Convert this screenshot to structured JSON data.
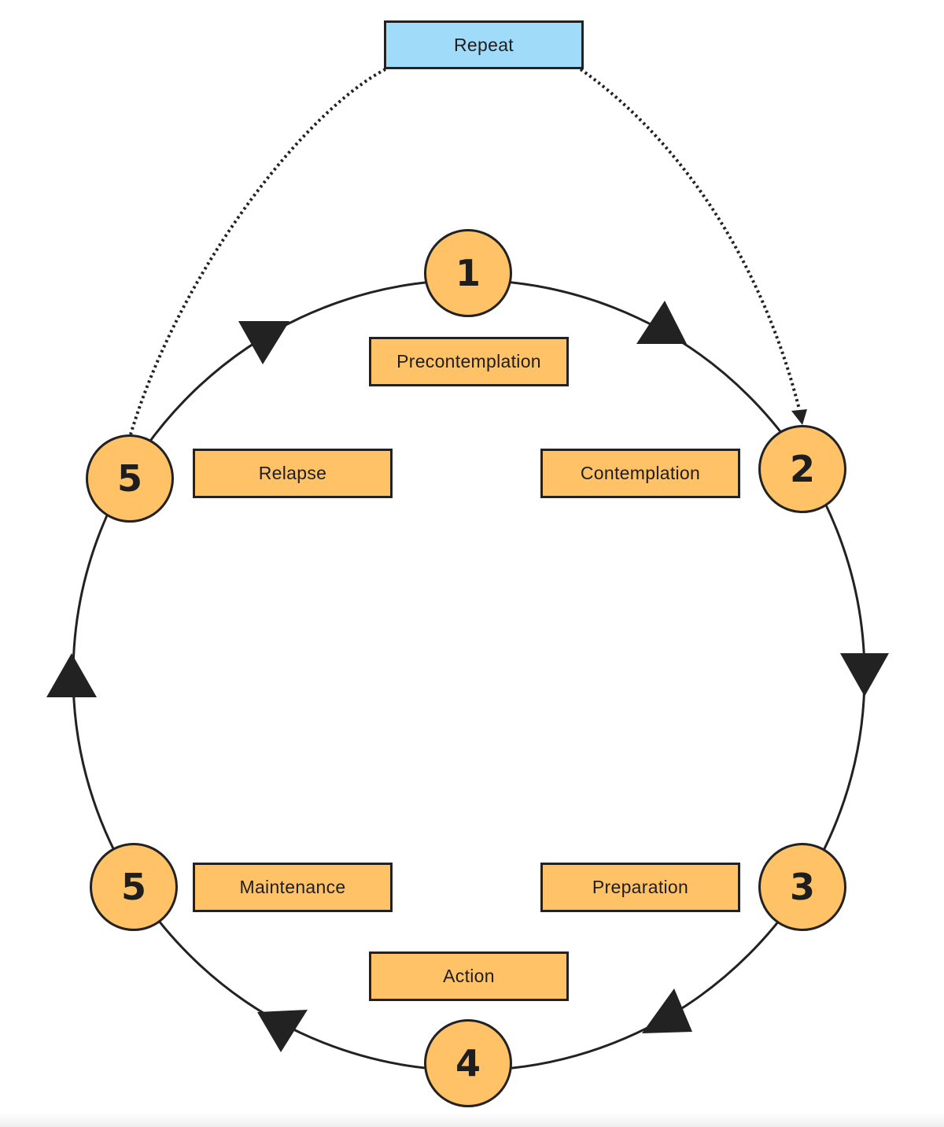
{
  "colors": {
    "stage_fill": "#ffc266",
    "repeat_fill": "#a0dcf9",
    "stroke": "#222222"
  },
  "repeat": {
    "label": "Repeat"
  },
  "nodes": [
    {
      "id": "1",
      "label": "1"
    },
    {
      "id": "2",
      "label": "2"
    },
    {
      "id": "3",
      "label": "3"
    },
    {
      "id": "4",
      "label": "4"
    },
    {
      "id": "5a",
      "label": "5"
    },
    {
      "id": "5b",
      "label": "5"
    }
  ],
  "stages": {
    "precontemplation": "Precontemplation",
    "contemplation": "Contemplation",
    "preparation": "Preparation",
    "action": "Action",
    "maintenance": "Maintenance",
    "relapse": "Relapse"
  }
}
